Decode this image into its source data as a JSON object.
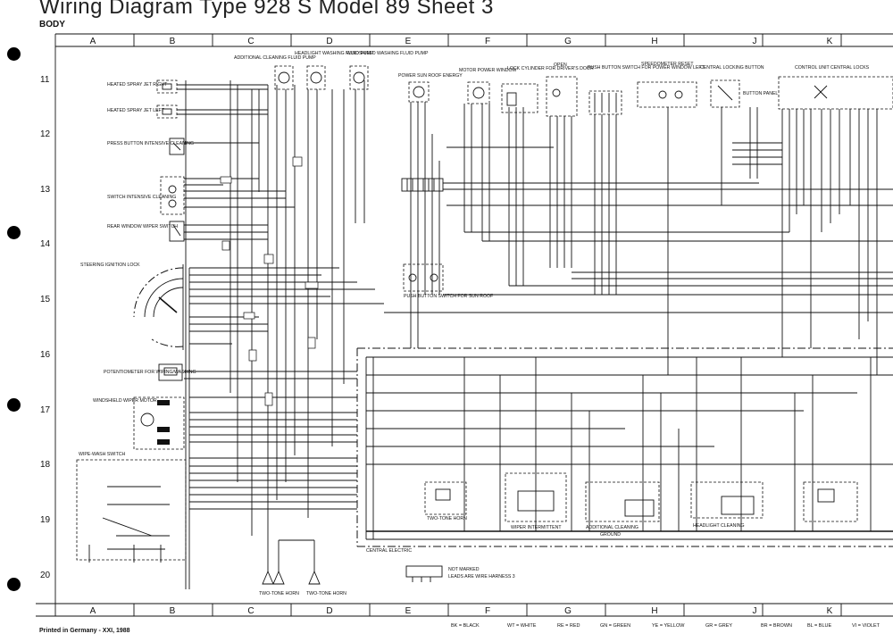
{
  "title": "Wiring Diagram  Type 928 S  Model 89  Sheet 3",
  "section": "BODY",
  "columns": [
    "A",
    "B",
    "C",
    "D",
    "E",
    "F",
    "G",
    "H",
    "J",
    "K"
  ],
  "rows": [
    "11",
    "12",
    "13",
    "14",
    "15",
    "16",
    "17",
    "18",
    "19",
    "20"
  ],
  "components": {
    "heated_spray_right": "HEATED SPRAY JET RIGHT",
    "heated_spray_left": "HEATED SPRAY JET LEFT",
    "press_button": "PRESS BUTTON INTENSIVE CLEANING",
    "switch_intensive": "SWITCH INTENSIVE CLEANING",
    "rear_window_wiper": "REAR WINDOW WIPER SWITCH",
    "steering_ignition": "STEERING IGNITION LOCK",
    "potentiometer": "POTENTIOMETER FOR WIPING/WASHING",
    "windshield_wiper_motor": "WINDSHIELD WIPER MOTOR",
    "wipe_wash_switch": "WIPE-WASH SWITCH",
    "additional_cleaning_pump": "ADDITIONAL CLEANING FLUID PUMP",
    "headlight_washing_pump": "HEADLIGHT WASHING FLUID PUMP",
    "windshield_washing_pump": "WINDSHIELD WASHING FLUID PUMP",
    "power_sun_roof": "POWER SUN ROOF ENERGY",
    "sun_roof_switch": "PUSH BUTTON SWITCH FOR SUN ROOF",
    "motor_power_window": "MOTOR POWER WINDOW",
    "lock_cylinder": "LOCK CYLINDER FOR DRIVER'S DOOR",
    "open": "OPEN",
    "push_button_power_window": "PUSH BUTTON SWITCH FOR POWER WINDOW LEFT",
    "speedometer_reset": "SPEEDOMETER RESET",
    "central_locking_button": "CENTRAL LOCKING BUTTON",
    "button_panel": "BUTTON PANEL",
    "control_unit_central_locks": "CONTROL UNIT CENTRAL LOCKS",
    "two_tone_horn_relay": "TWO-TONE HORN",
    "wiper_intermittent": "WIPER INTERMITTENT",
    "additional_cleaning_relay": "ADDITIONAL CLEANING",
    "headlight_cleaning": "HEADLIGHT CLEANING",
    "central_electric": "CENTRAL ELECTRIC",
    "two_tone_horn_left": "TWO-TONE HORN",
    "two_tone_horn_right": "TWO-TONE HORN",
    "not_marked": "NOT MARKED",
    "harness_note": "LEADS ARE WIRE HARNESS 3",
    "ground": "GROUND"
  },
  "legend": [
    "BK = BLACK",
    "WT = WHITE",
    "RE = RED",
    "GN = GREEN",
    "YE = YELLOW",
    "GR = GREY",
    "BR = BROWN",
    "BL = BLUE",
    "VI = VIOLET"
  ],
  "footer": "Printed in Germany - XXI, 1988"
}
